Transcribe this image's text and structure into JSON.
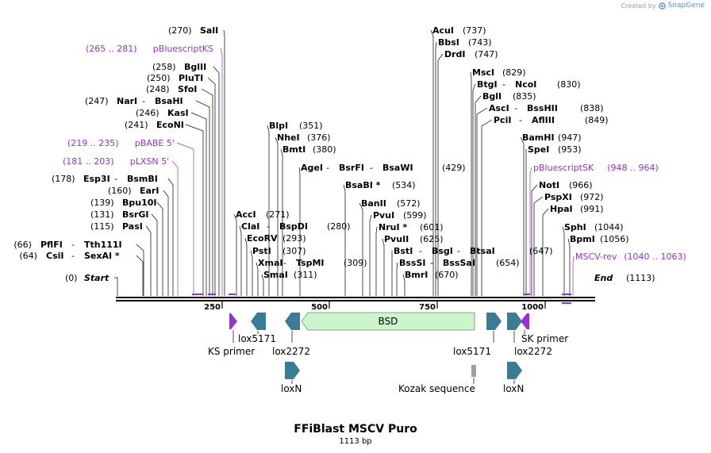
{
  "credit": {
    "prefix": "Created by",
    "brand": "SnapGene"
  },
  "map": {
    "title": "FFiBlast MSCV Puro",
    "subtitle": "1113 bp",
    "length": 1113,
    "start_label": "Start",
    "start_pos": "(0)",
    "end_label": "End",
    "end_pos": "(1113)",
    "ticks": [
      "250",
      "500",
      "750",
      "1000"
    ]
  },
  "colors": {
    "line": "#000000",
    "primer": "#9b30d0",
    "feature_steel": "#3a7c93",
    "feature_bsd": "#ccf5cc",
    "feature_purple": "#9b30d0",
    "feature_gray": "#a0a0a0"
  },
  "left_sites": [
    {
      "pos": "(270)",
      "names": [
        "SalI"
      ]
    },
    {
      "pos": "(265 .. 281)",
      "names": [
        "pBluescriptKS"
      ],
      "primer": true
    },
    {
      "pos": "(258)",
      "names": [
        "BglII"
      ]
    },
    {
      "pos": "(250)",
      "names": [
        "PluTI"
      ]
    },
    {
      "pos": "(248)",
      "names": [
        "SfoI"
      ]
    },
    {
      "pos": "(247)",
      "names": [
        "NarI",
        "BsaHI"
      ]
    },
    {
      "pos": "(246)",
      "names": [
        "KasI"
      ]
    },
    {
      "pos": "(241)",
      "names": [
        "EcoNI"
      ]
    },
    {
      "pos": "(219 .. 235)",
      "names": [
        "pBABE 5'"
      ],
      "primer": true
    },
    {
      "pos": "(181 .. 203)",
      "names": [
        "pLXSN 5'"
      ],
      "primer": true
    },
    {
      "pos": "(178)",
      "names": [
        "Esp3I",
        "BsmBI"
      ]
    },
    {
      "pos": "(160)",
      "names": [
        "EarI"
      ]
    },
    {
      "pos": "(139)",
      "names": [
        "Bpu10I"
      ]
    },
    {
      "pos": "(131)",
      "names": [
        "BsrGI"
      ]
    },
    {
      "pos": "(115)",
      "names": [
        "PasI"
      ]
    },
    {
      "pos": "(66)",
      "names": [
        "PflFI",
        "Tth111I"
      ]
    },
    {
      "pos": "(64)",
      "names": [
        "CsiI",
        "SexAI *"
      ]
    }
  ],
  "mid_sites": [
    {
      "pos": "(351)",
      "names": [
        "BlpI"
      ]
    },
    {
      "pos": "(376)",
      "names": [
        "NheI"
      ]
    },
    {
      "pos": "(380)",
      "names": [
        "BmtI"
      ]
    },
    {
      "pos": "(429)",
      "names": [
        "AgeI",
        "BsrFI",
        "BsaWI"
      ]
    },
    {
      "pos": "(534)",
      "names": [
        "BsaBI *"
      ]
    },
    {
      "pos": "(572)",
      "names": [
        "BanII"
      ]
    },
    {
      "pos": "(599)",
      "names": [
        "PvuI"
      ]
    },
    {
      "pos": "(601)",
      "names": [
        "NruI *"
      ]
    },
    {
      "pos": "(625)",
      "names": [
        "PvuII"
      ]
    },
    {
      "pos": "(647)",
      "names": [
        "BstI",
        "BsgI",
        "BtsaI"
      ]
    },
    {
      "pos": "(654)",
      "names": [
        "BssSI",
        "BssSaI"
      ]
    },
    {
      "pos": "(670)",
      "names": [
        "BmrI"
      ]
    },
    {
      "pos": "(271)",
      "names": [
        "AccI"
      ]
    },
    {
      "pos": "(280)",
      "names": [
        "ClaI",
        "BspDI"
      ]
    },
    {
      "pos": "(293)",
      "names": [
        "EcoRV"
      ]
    },
    {
      "pos": "(307)",
      "names": [
        "PstI"
      ]
    },
    {
      "pos": "(309)",
      "names": [
        "XmaI",
        "TspMI"
      ]
    },
    {
      "pos": "(311)",
      "names": [
        "SmaI"
      ]
    }
  ],
  "right_sites": [
    {
      "pos": "(737)",
      "names": [
        "AcuI"
      ]
    },
    {
      "pos": "(743)",
      "names": [
        "BbsI"
      ]
    },
    {
      "pos": "(747)",
      "names": [
        "DrdI"
      ]
    },
    {
      "pos": "(829)",
      "names": [
        "MscI"
      ]
    },
    {
      "pos": "(830)",
      "names": [
        "BtgI",
        "NcoI"
      ]
    },
    {
      "pos": "(835)",
      "names": [
        "BglI"
      ]
    },
    {
      "pos": "(838)",
      "names": [
        "AscI",
        "BssHII"
      ]
    },
    {
      "pos": "(849)",
      "names": [
        "PciI",
        "AflIII"
      ]
    },
    {
      "pos": "(947)",
      "names": [
        "BamHI"
      ]
    },
    {
      "pos": "(953)",
      "names": [
        "SpeI"
      ]
    },
    {
      "pos": "(948 .. 964)",
      "names": [
        "pBluescriptSK"
      ],
      "primer": true
    },
    {
      "pos": "(966)",
      "names": [
        "NotI"
      ]
    },
    {
      "pos": "(972)",
      "names": [
        "PspXI"
      ]
    },
    {
      "pos": "(991)",
      "names": [
        "HpaI"
      ]
    },
    {
      "pos": "(1044)",
      "names": [
        "SphI"
      ]
    },
    {
      "pos": "(1056)",
      "names": [
        "BpmI"
      ]
    },
    {
      "pos": "(1040 .. 1063)",
      "names": [
        "MSCV-rev"
      ],
      "primer": true
    }
  ],
  "features": [
    {
      "name": "KS primer"
    },
    {
      "name": "lox5171"
    },
    {
      "name": "lox2272"
    },
    {
      "name": "BSD"
    },
    {
      "name": "lox5171"
    },
    {
      "name": "lox2272"
    },
    {
      "name": "SK primer"
    },
    {
      "name": "loxN"
    },
    {
      "name": "Kozak sequence"
    },
    {
      "name": "loxN"
    }
  ]
}
